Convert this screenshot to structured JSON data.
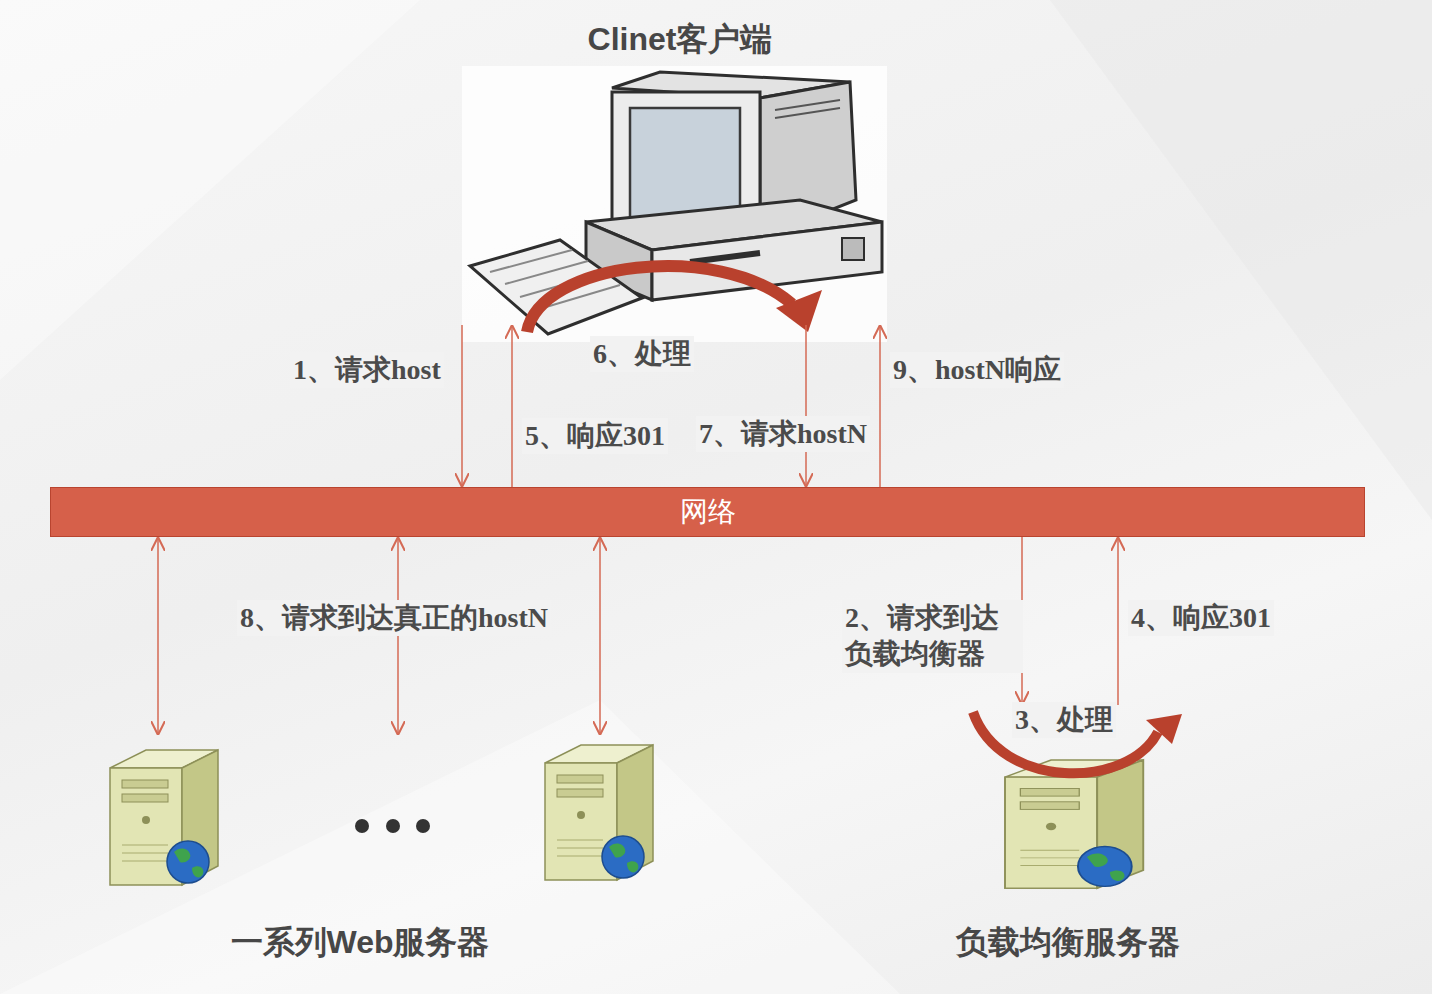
{
  "diagram": {
    "nodes": [
      {
        "text": [
          "Clinet客户端"
        ]
      },
      {
        "text": [
          "网络"
        ]
      },
      {
        "text": [
          "一系列Web服务器"
        ]
      },
      {
        "text": [
          "负载均衡服务器"
        ]
      }
    ],
    "edges": [
      {
        "from": 0,
        "to": 1,
        "arrow": "to",
        "label": "1、请求host"
      },
      {
        "from": 1,
        "to": 0,
        "arrow": "to",
        "label": "5、响应301"
      },
      {
        "from": 0,
        "to": 1,
        "arrow": "to",
        "label": "7、请求hostN"
      },
      {
        "from": 1,
        "to": 0,
        "arrow": "to",
        "label": "9、hostN响应"
      },
      {
        "from": 1,
        "to": 2,
        "arrow": "both"
      },
      {
        "from": 1,
        "to": 2,
        "arrow": "both",
        "label": "8、请求到达真正的hostN"
      },
      {
        "from": 1,
        "to": 2,
        "arrow": "both"
      },
      {
        "from": 1,
        "to": 3,
        "arrow": "to",
        "label": "2、请求到达 负载均衡器"
      },
      {
        "from": 3,
        "to": 1,
        "arrow": "to",
        "label": "4、响应301"
      }
    ],
    "labels": [
      "6、处理",
      "3、处理"
    ]
  }
}
